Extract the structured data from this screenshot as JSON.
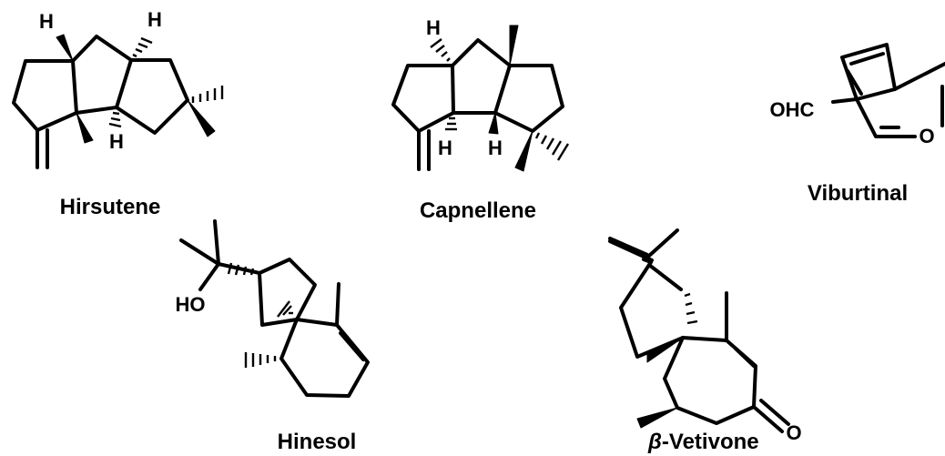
{
  "compounds": [
    {
      "name": "Hirsutene",
      "atoms": {
        "h1": "H",
        "h2": "H",
        "h3": "H"
      }
    },
    {
      "name": "Capnellene",
      "atoms": {
        "h1": "H",
        "h2": "H",
        "h3": "H"
      }
    },
    {
      "name": "Viburtinal",
      "atoms": {
        "cho": "OHC",
        "o": "O"
      }
    },
    {
      "name": "Hinesol",
      "atoms": {
        "ho": "HO"
      }
    },
    {
      "name_prefix": "β",
      "name_suffix": "-Vetivone",
      "atoms": {
        "o": "O"
      }
    }
  ],
  "colors": {
    "ink": "#000000",
    "background": "#ffffff"
  }
}
